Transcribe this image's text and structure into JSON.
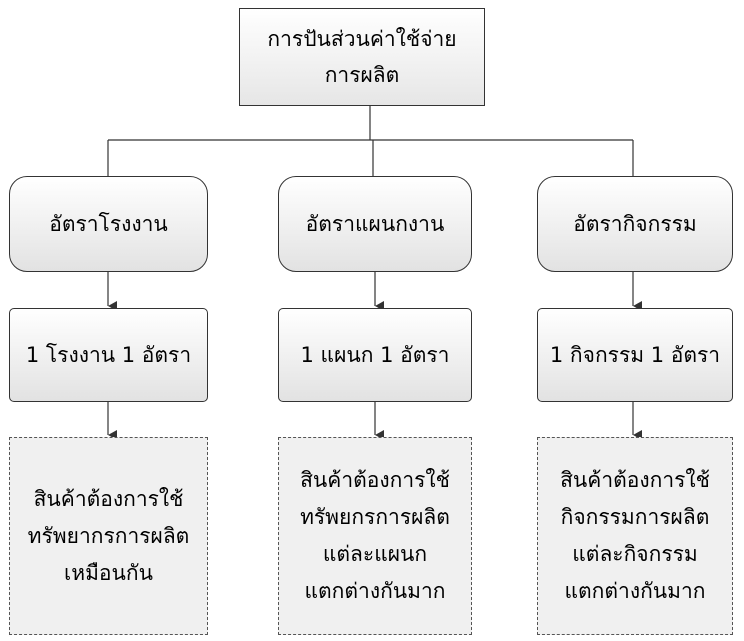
{
  "root": {
    "lines": [
      "การปันส่วนค่าใช้จ่าย",
      "การผลิต"
    ]
  },
  "columns": [
    {
      "rate": "อัตราโรงงาน",
      "rule": "1 โรงงาน 1 อัตรา",
      "note": [
        "สินค้าต้องการใช้",
        "ทรัพยากรการผลิต",
        "เหมือนกัน"
      ]
    },
    {
      "rate": "อัตราแผนกงาน",
      "rule": "1 แผนก 1 อัตรา",
      "note": [
        "สินค้าต้องการใช้",
        "ทรัพยกรการผลิต",
        "แต่ละแผนก",
        "แตกต่างกันมาก"
      ]
    },
    {
      "rate": "อัตรากิจกรรม",
      "rule": "1 กิจกรรม 1 อัตรา",
      "note": [
        "สินค้าต้องการใช้",
        "กิจกรรมการผลิต",
        "แต่ละกิจกรรม",
        "แตกต่างกันมาก"
      ]
    }
  ]
}
